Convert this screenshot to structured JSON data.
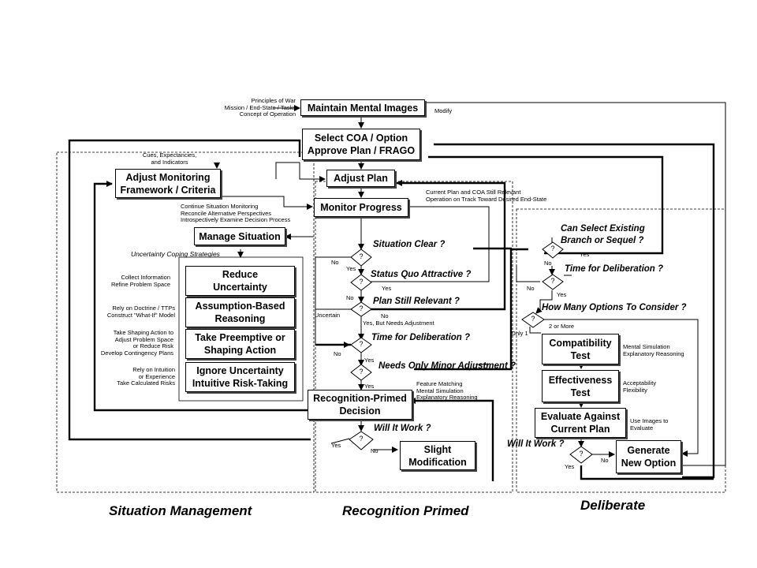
{
  "boxes": {
    "maintain": "Maintain Mental Images",
    "select_coa": "Select COA / Option\nApprove Plan / FRAGO",
    "adjust_plan": "Adjust Plan",
    "adjust_monitoring": "Adjust Monitoring\nFramework / Criteria",
    "monitor_progress": "Monitor Progress",
    "manage_situation": "Manage Situation",
    "reduce_uncertainty": "Reduce\nUncertainty",
    "assumption_based": "Assumption-Based\nReasoning",
    "take_preemptive": "Take Preemptive or\nShaping Action",
    "ignore_uncertainty": "Ignore Uncertainty\nIntuitive Risk-Taking",
    "rpd": "Recognition-Primed\nDecision",
    "slight_mod": "Slight\nModification",
    "compatibility": "Compatibility\nTest",
    "effectiveness": "Effectiveness\nTest",
    "evaluate": "Evaluate Against\nCurrent Plan",
    "generate": "Generate\nNew Option"
  },
  "notes": {
    "principles": "Principles of War\nMission / End-State / Tasks\nConcept of Operation",
    "modify": "Modify",
    "cues": "Cues, Expectancies,\nand Indicators",
    "continue_monitoring": "Continue Situation Monitoring\nReconcile Alternative Perspectives\nIntrospectively Examine Decision Process",
    "current_plan": "Current Plan and COA Still Relevant\nOperation on Track Toward Desired End-State",
    "coping": "Uncertainty Coping Strategies",
    "collect": "Collect Information\nRefine Problem Space",
    "rely_doctrine": "Rely on Doctrine / TTPs\nConstruct \"What-If\" Model",
    "shaping": "Take Shaping Action to\nAdjust Problem Space\nor Reduce Risk\nDevelop Contingency Plans",
    "rely_intuition": "Rely on Intuition\nor Experience\nTake Calculated Risks",
    "uncertain": "Uncertain",
    "yes_but": "Yes, But Needs Adjustment",
    "feature": "Feature Matching\nMental Simulation\nExplanatory Reasoning",
    "mental_sim": "Mental Simulation\nExplanatory Reasoning",
    "acceptability": "Acceptability\nFlexibility",
    "use_images": "Use Images to\nEvaluate",
    "two_or_more": "2 or More",
    "only_one": "Only 1"
  },
  "questions": {
    "situation_clear": "Situation Clear ?",
    "status_quo": "Status Quo Attractive ?",
    "plan_relevant": "Plan Still Relevant ?",
    "time_deliberation_1": "Time for Deliberation ?",
    "minor_adjustment": "Needs Only Minor Adjustment ?",
    "will_it_work_1": "Will It Work ?",
    "can_select": "Can Select Existing\nBranch or Sequel ?",
    "time_deliberation_2": "Time for Deliberation ?",
    "how_many": "How Many Options To Consider ?",
    "will_it_work_2": "Will It Work ?"
  },
  "answers": {
    "yes": "Yes",
    "no": "No",
    "diamond": "?"
  },
  "sections": {
    "situation_management": "Situation Management",
    "recognition_primed": "Recognition Primed",
    "deliberate": "Deliberate"
  }
}
